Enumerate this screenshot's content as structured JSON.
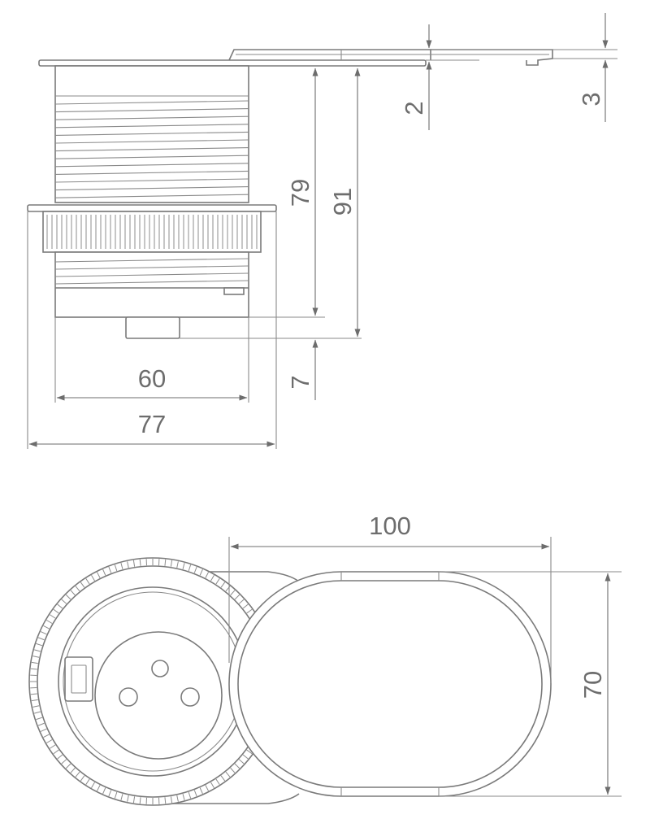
{
  "side_view": {
    "dim_height_body": "79",
    "dim_height_total": "91",
    "dim_lid_thickness": "2",
    "dim_lid_step": "3",
    "dim_plug_depth": "7",
    "dim_inner_diameter": "60",
    "dim_outer_diameter": "77"
  },
  "top_view": {
    "dim_length": "100",
    "dim_width": "70"
  },
  "colors": {
    "line": "#7a7a7a",
    "dimension": "#6d6d6d",
    "background": "#ffffff"
  }
}
